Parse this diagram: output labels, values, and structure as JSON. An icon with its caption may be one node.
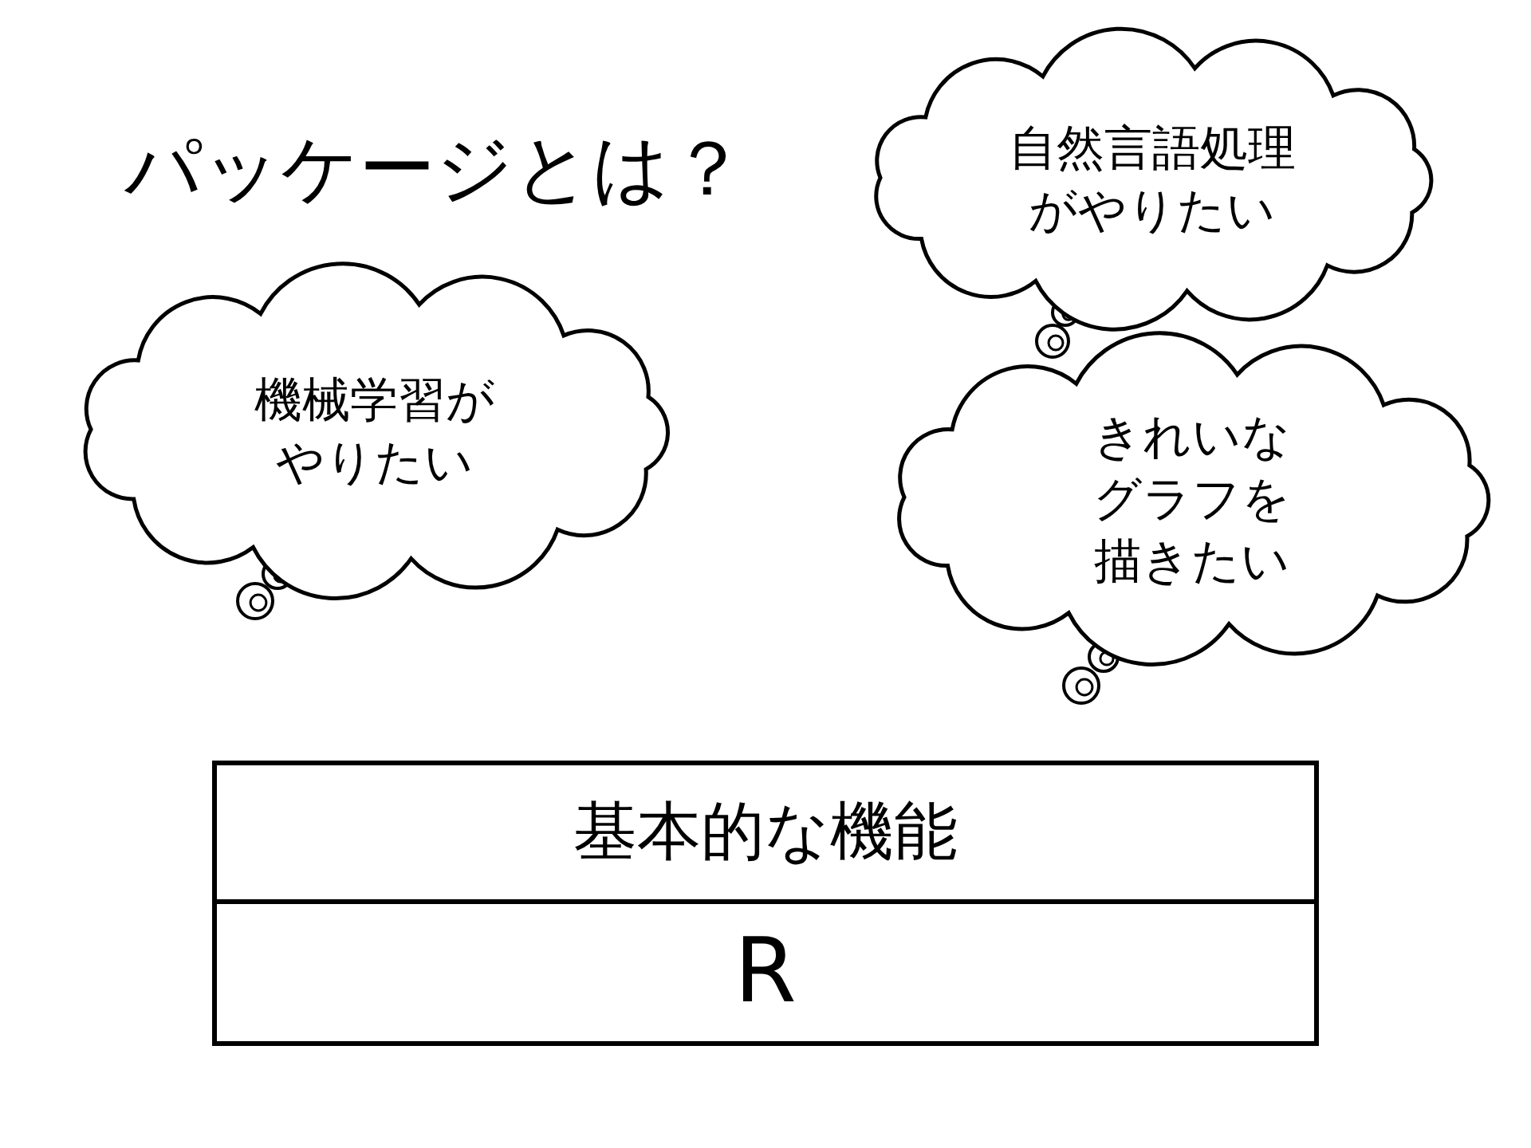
{
  "diagram": {
    "title": "パッケージとは？",
    "nodes": [
      {
        "text": [
          "自然言語処理がやりたい"
        ]
      },
      {
        "text": [
          "機械学習がやりたい"
        ]
      },
      {
        "text": [
          "きれいなグラフを描きたい"
        ]
      },
      {
        "text": [
          "基本的な機能"
        ]
      },
      {
        "text": [
          "R"
        ]
      }
    ]
  }
}
